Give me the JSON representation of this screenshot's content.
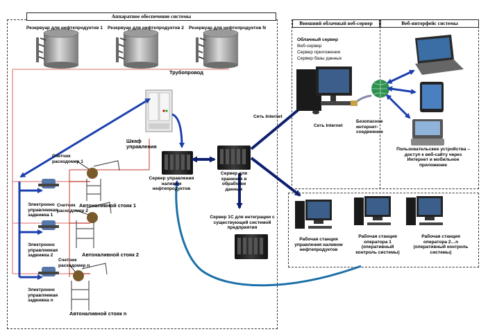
{
  "sections": {
    "hardware": "Аппаратное обеспечение системы",
    "cloud": "Внешний облачный веб-сервер",
    "web": "Веб-интерфейс системы"
  },
  "tanks": [
    "Резервуар для нефтепродуктов 1",
    "Резервуар для нефтепродуктов 2",
    "Резервуар для нефтепродуктов N"
  ],
  "pipeline": "Трубопровод",
  "cabinet": "Шкаф управления",
  "server_control": "Сервер управления наливом нефтепродуктов",
  "server_storage": "Сервер для хранения и обработки данных",
  "server_1c": "Сервер 1С для интеграции с существующей системой предприятия",
  "internet_net": "Сеть Internet",
  "cloud_server": {
    "title": "Облачный сервер",
    "lines": [
      "Веб-сервер",
      "Сервер приложения",
      "Сервер базы данных"
    ]
  },
  "internet_cloud": "Сеть Internet",
  "secure_conn": "Безопасное интернет-соединение",
  "user_devices": "Пользовательские устройства – доступ к веб-сайту через Интернет и мобильное приложение",
  "meters": [
    "Счетчик расходомер 1",
    "Счетчик расходомер 2",
    "Счетчик расходомер n"
  ],
  "valves": [
    "Электронно управляемая задвижка 1",
    "Электронно управляемая задвижка 2",
    "Электронно управляемая задвижка n"
  ],
  "stands": [
    "Автоналивной стояк 1",
    "Автоналивной стояк 2",
    "Автоналивной стояк n"
  ],
  "workstations": [
    "Рабочая станция управления наливом нефтепродуктов",
    "Рабочая станция оператора 1 (оперативный контроль системы)",
    "Рабочая станция оператора 2…n (оперативный контроль системы)"
  ],
  "colors": {
    "arrow": "#1b3fae",
    "dark_arrow": "#0e1f6e",
    "pipe": "#e89a9a",
    "wire": "#c0392b"
  }
}
